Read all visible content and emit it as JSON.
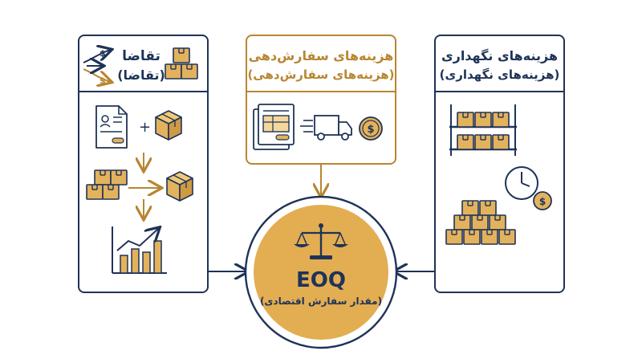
{
  "demand": {
    "title": "تقاضا",
    "subtitle": "(تقاضا)"
  },
  "ordering_cost": {
    "title": "هزینه‌های سفارش‌دهی",
    "subtitle": "(هزینه‌های سفارش‌دهی)"
  },
  "holding_cost": {
    "title": "هزینه‌های نگهداری",
    "subtitle": "(هزینه‌های نگهداری)"
  },
  "eoq": {
    "label": "EOQ",
    "subtitle": "(مقدار سفارش اقتصادی)"
  },
  "icons": {
    "money_arrows": "$",
    "coin": "$",
    "clock_coin": "$"
  },
  "colors": {
    "navy": "#1f3358",
    "gold": "#b88631",
    "box_fill": "#e3b25c",
    "circle_fill": "#e3ad52"
  }
}
